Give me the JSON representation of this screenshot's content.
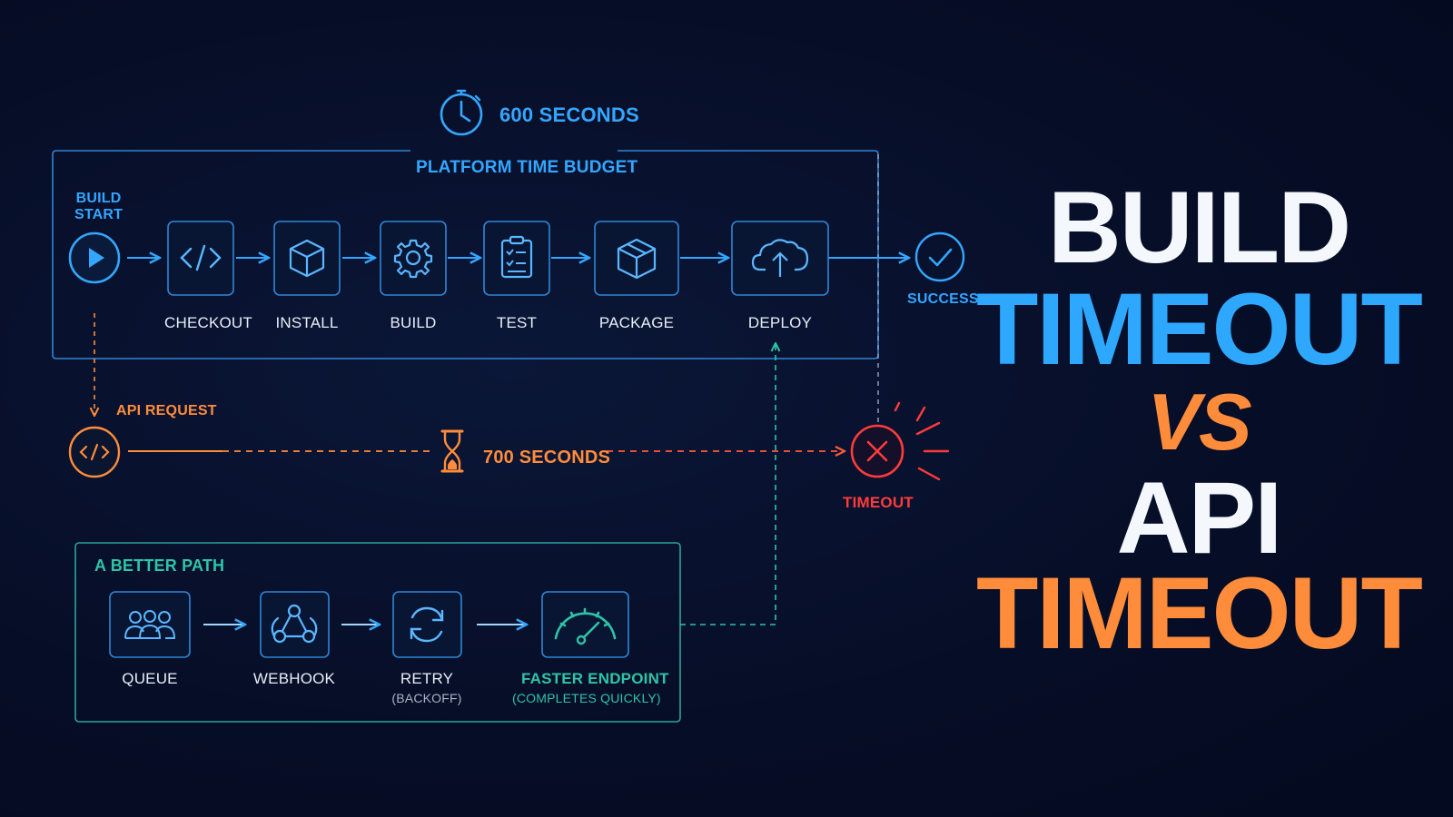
{
  "budget": {
    "seconds_label": "600 SECONDS",
    "title": "PLATFORM TIME BUDGET",
    "build_start_line1": "BUILD",
    "build_start_line2": "START",
    "steps": [
      {
        "label": "CHECKOUT",
        "icon": "code-icon"
      },
      {
        "label": "INSTALL",
        "icon": "cube-icon"
      },
      {
        "label": "BUILD",
        "icon": "gear-icon"
      },
      {
        "label": "TEST",
        "icon": "clipboard-icon"
      },
      {
        "label": "PACKAGE",
        "icon": "box-icon"
      },
      {
        "label": "DEPLOY",
        "icon": "cloud-upload-icon"
      }
    ],
    "success_label": "SUCCESS"
  },
  "api": {
    "request_label": "API REQUEST",
    "seconds_label": "700 SECONDS",
    "timeout_label": "TIMEOUT"
  },
  "better_path": {
    "title": "A BETTER PATH",
    "steps": [
      {
        "label": "QUEUE",
        "sub": "",
        "icon": "users-icon"
      },
      {
        "label": "WEBHOOK",
        "sub": "",
        "icon": "webhook-icon"
      },
      {
        "label": "RETRY",
        "sub": "(BACKOFF)",
        "icon": "refresh-icon"
      },
      {
        "label": "FASTER ENDPOINT",
        "sub": "(COMPLETES QUICKLY)",
        "icon": "speedometer-icon"
      }
    ]
  },
  "headline": {
    "line1": "BUILD",
    "line2": "TIMEOUT",
    "line3": "VS",
    "line4": "API",
    "line5": "TIMEOUT"
  },
  "colors": {
    "background": "#07102b",
    "blue": "#33a6ff",
    "orange": "#ff8c3a",
    "red": "#ff3b3b",
    "teal": "#2ec4a8",
    "white": "#e8eef7"
  }
}
